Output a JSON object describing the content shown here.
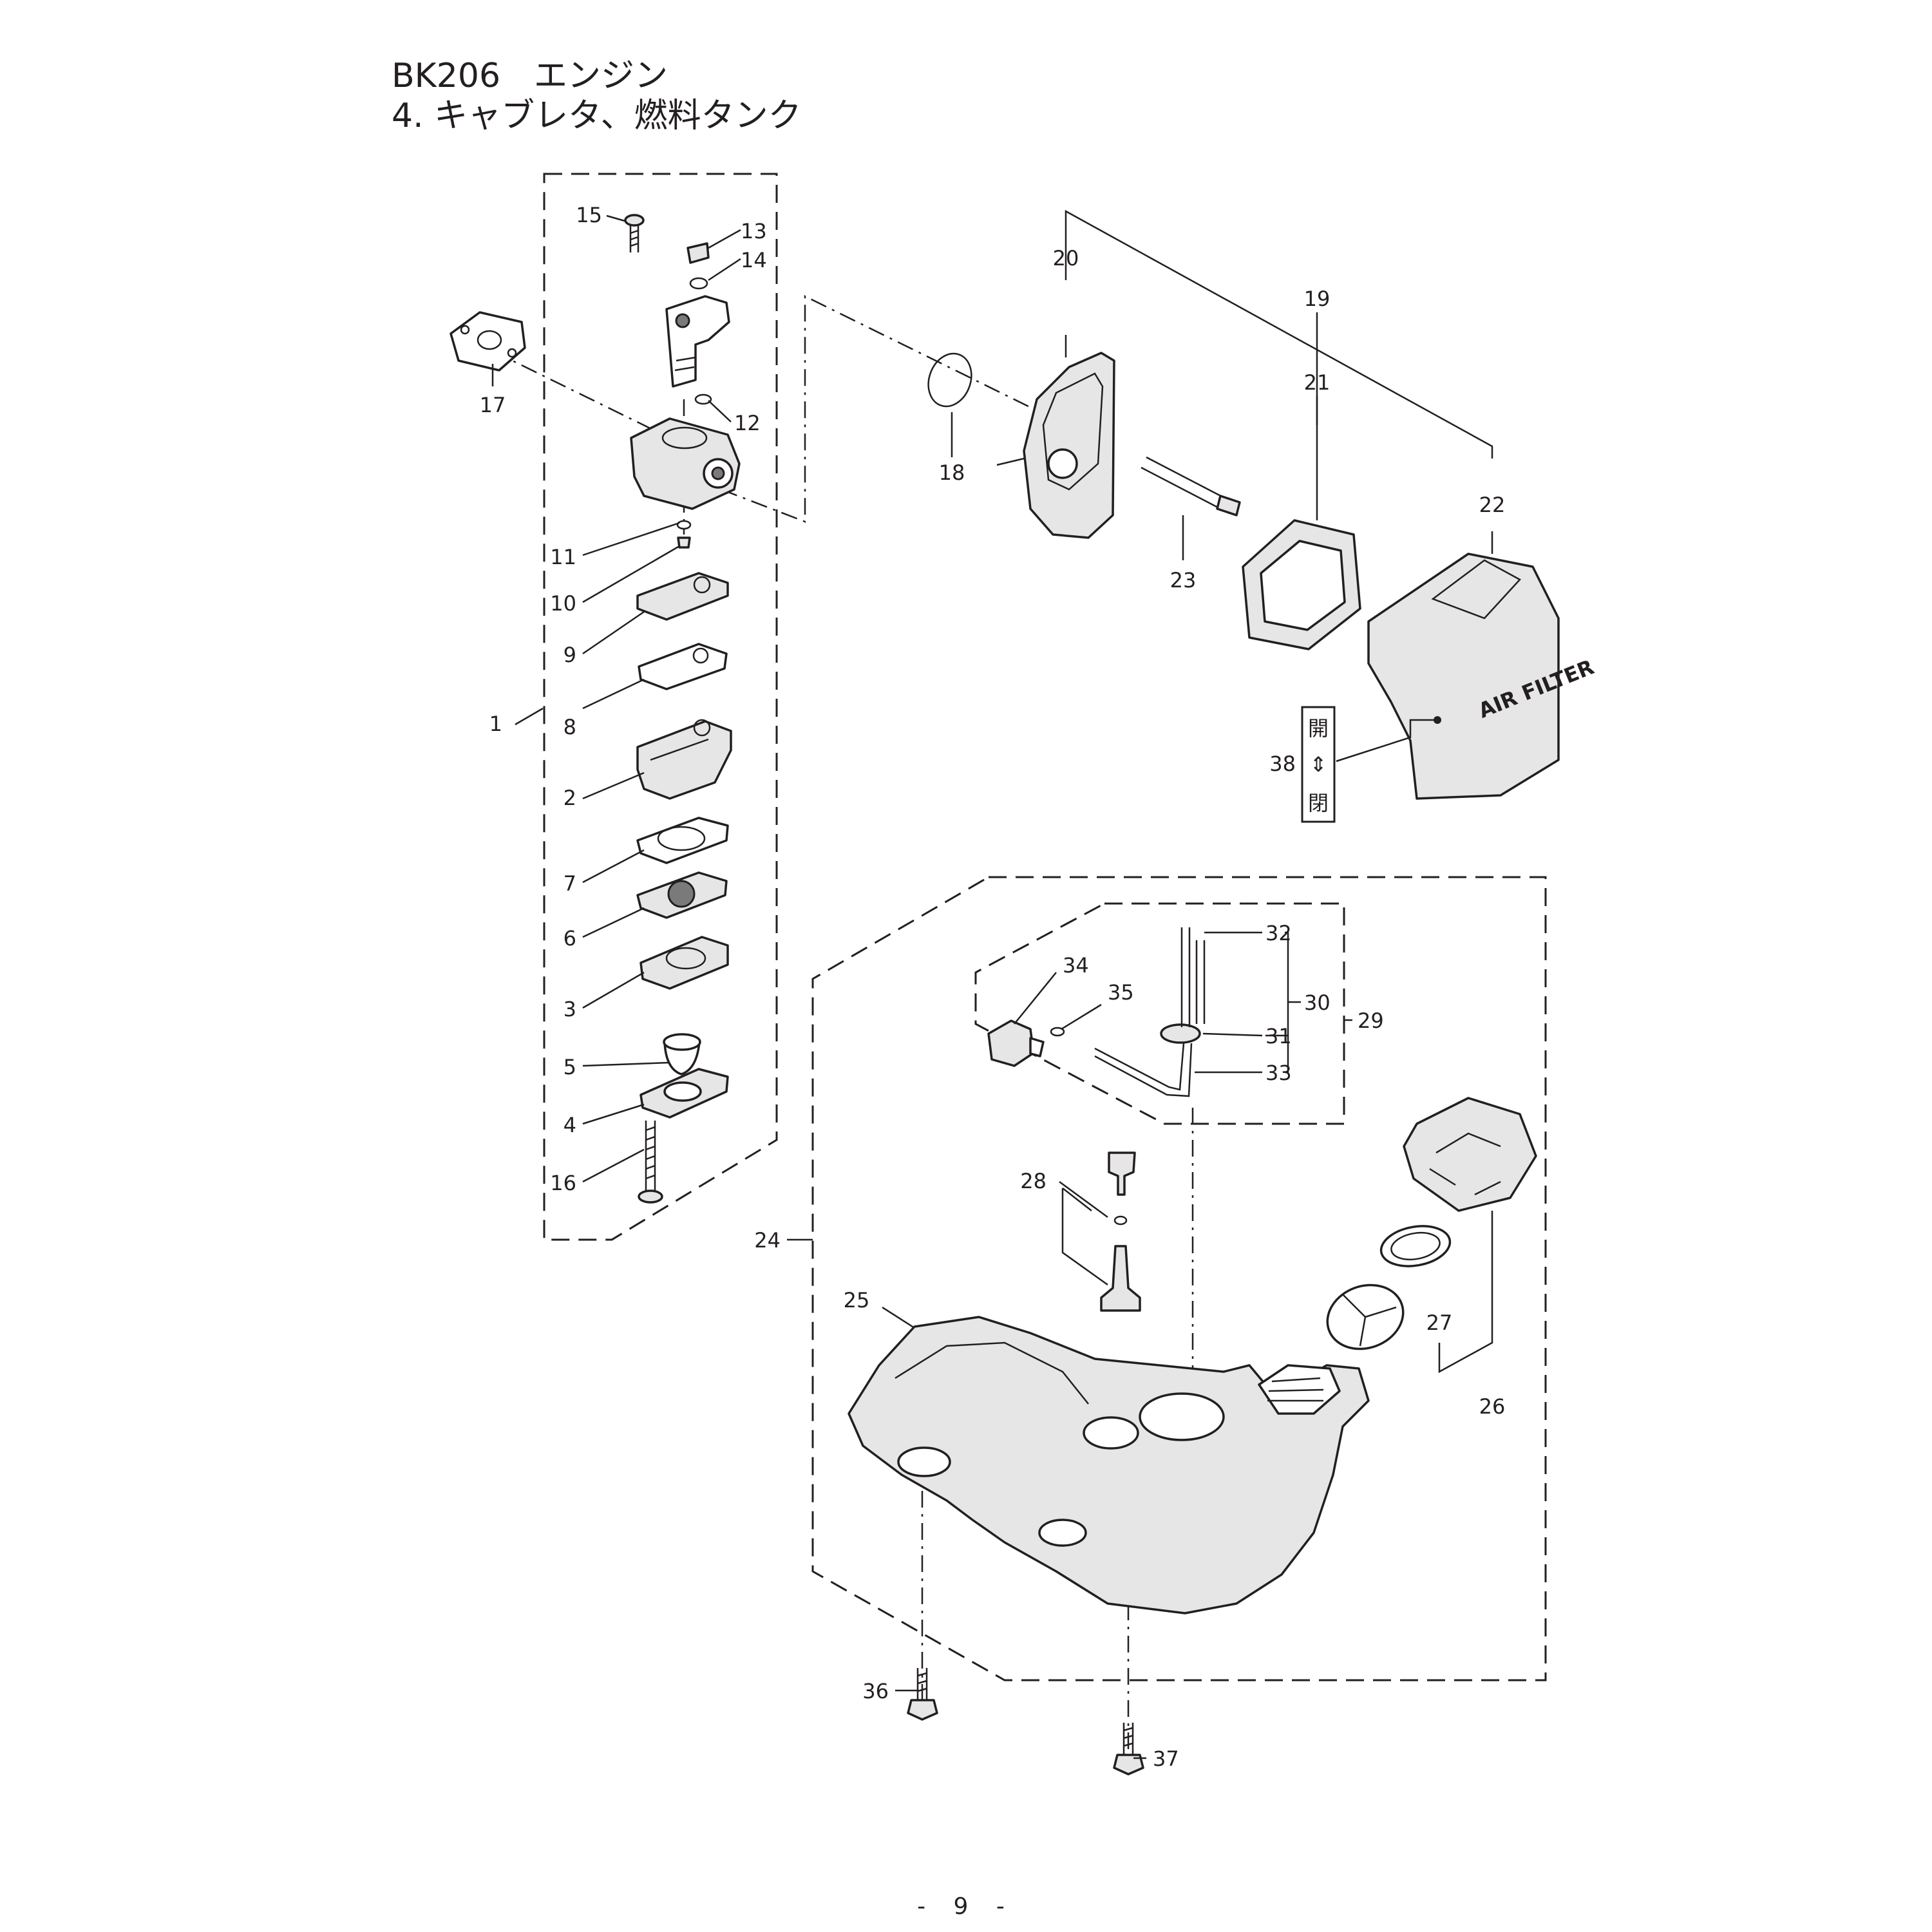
{
  "header": {
    "title_line1": "BK206　エンジン",
    "title_line2": "4. キャブレタ、燃料タンク"
  },
  "callouts": [
    "1",
    "2",
    "3",
    "4",
    "5",
    "6",
    "7",
    "8",
    "9",
    "10",
    "11",
    "12",
    "13",
    "14",
    "15",
    "16",
    "17",
    "18",
    "19",
    "20",
    "21",
    "22",
    "23",
    "24",
    "25",
    "26",
    "27",
    "28",
    "29",
    "30",
    "31",
    "32",
    "33",
    "34",
    "35",
    "36",
    "37",
    "38"
  ],
  "air_filter_cover": {
    "text": "AIR FILTER"
  },
  "choke_label": {
    "open": "開",
    "arrow": "⇕",
    "close": "閉"
  },
  "footer": {
    "page": "- 9 -"
  }
}
